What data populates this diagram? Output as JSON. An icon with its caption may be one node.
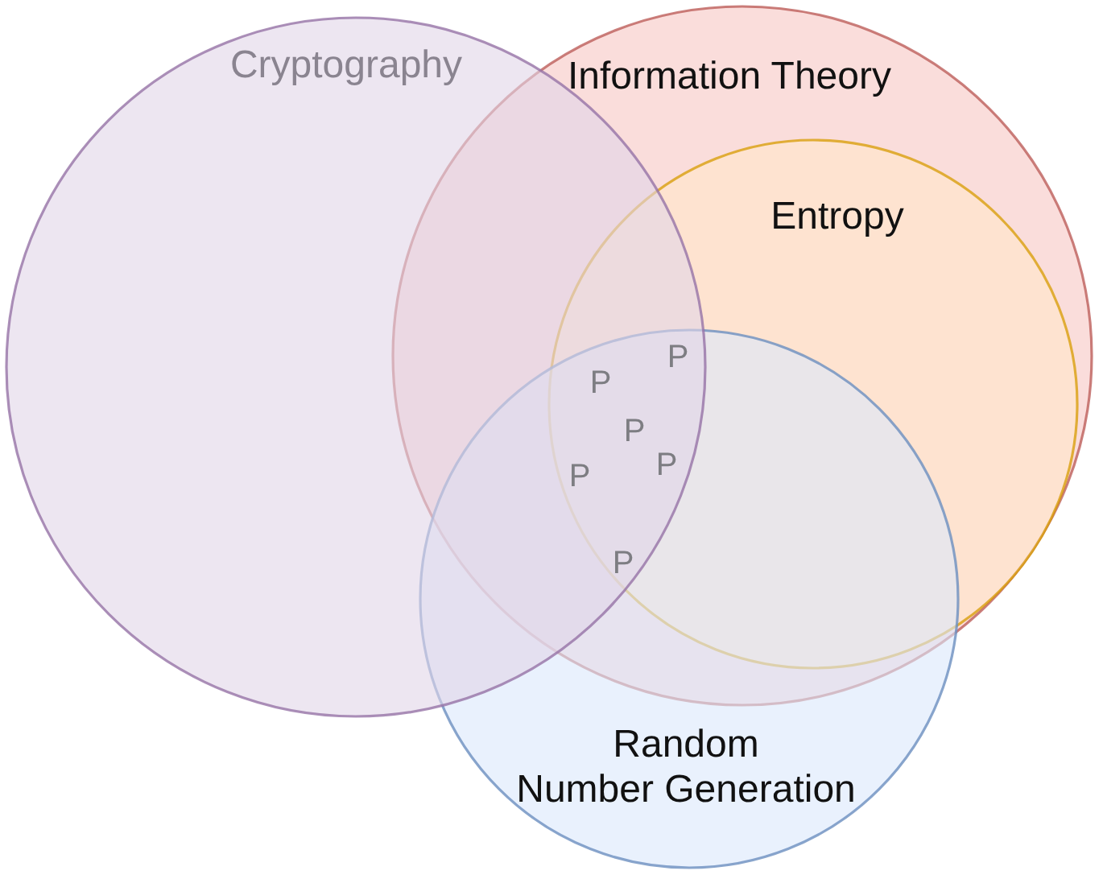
{
  "diagram": {
    "nodes": [
      {
        "text": [
          "Cryptography"
        ]
      },
      {
        "text": [
          "Information Theory"
        ]
      },
      {
        "text": [
          "Entropy"
        ],
        "in": 1
      },
      {
        "text": [
          "Random Number Generation"
        ]
      }
    ],
    "labels": [
      "P",
      "P",
      "P",
      "P",
      "P",
      "P"
    ]
  }
}
